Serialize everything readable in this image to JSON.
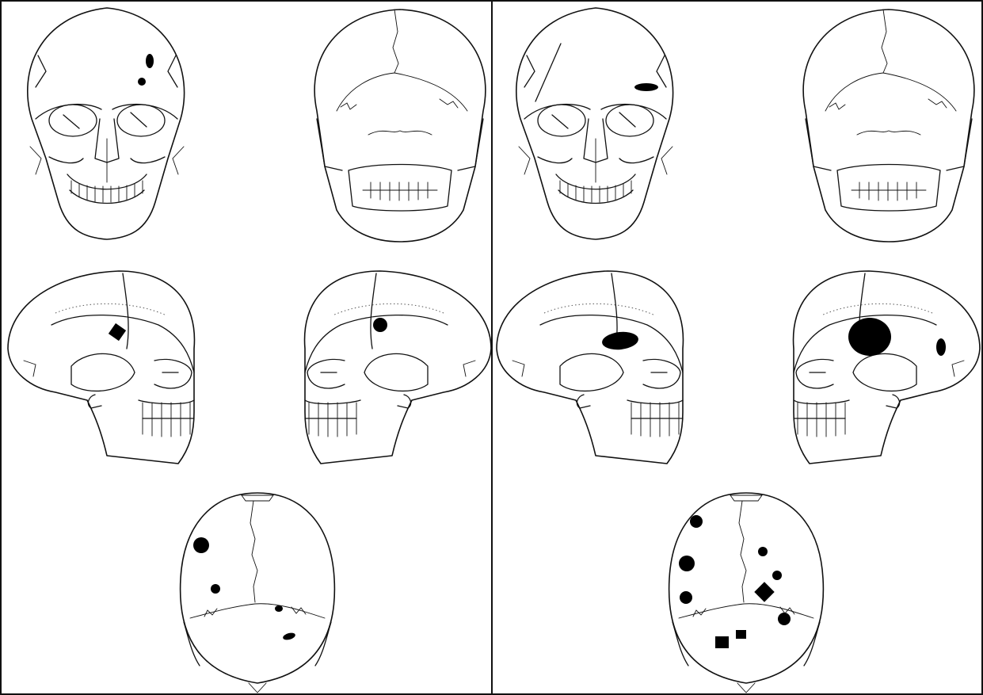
{
  "figure": {
    "panels": [
      {
        "id": "left",
        "views": [
          {
            "view": "frontal",
            "lesions": [
              {
                "shape": "oval"
              },
              {
                "shape": "circle"
              }
            ]
          },
          {
            "view": "posterior",
            "lesions": []
          },
          {
            "view": "right-lateral",
            "lesions": [
              {
                "shape": "square"
              }
            ]
          },
          {
            "view": "left-lateral",
            "lesions": [
              {
                "shape": "circle"
              }
            ]
          },
          {
            "view": "superior",
            "lesions": [
              {
                "shape": "circle"
              },
              {
                "shape": "circle"
              },
              {
                "shape": "oval"
              },
              {
                "shape": "oval"
              }
            ]
          }
        ]
      },
      {
        "id": "right",
        "views": [
          {
            "view": "frontal",
            "lesions": [
              {
                "shape": "oval"
              }
            ]
          },
          {
            "view": "posterior",
            "lesions": []
          },
          {
            "view": "right-lateral",
            "lesions": [
              {
                "shape": "oval"
              }
            ]
          },
          {
            "view": "left-lateral",
            "lesions": [
              {
                "shape": "circle"
              },
              {
                "shape": "oval"
              }
            ]
          },
          {
            "view": "superior",
            "lesions": [
              {
                "shape": "circle"
              },
              {
                "shape": "circle"
              },
              {
                "shape": "circle"
              },
              {
                "shape": "circle"
              },
              {
                "shape": "circle"
              },
              {
                "shape": "circle"
              },
              {
                "shape": "diamond"
              },
              {
                "shape": "square"
              },
              {
                "shape": "square"
              }
            ]
          }
        ]
      }
    ],
    "colors": {
      "line": "#111111",
      "lesion": "#000000",
      "background": "#ffffff"
    }
  }
}
